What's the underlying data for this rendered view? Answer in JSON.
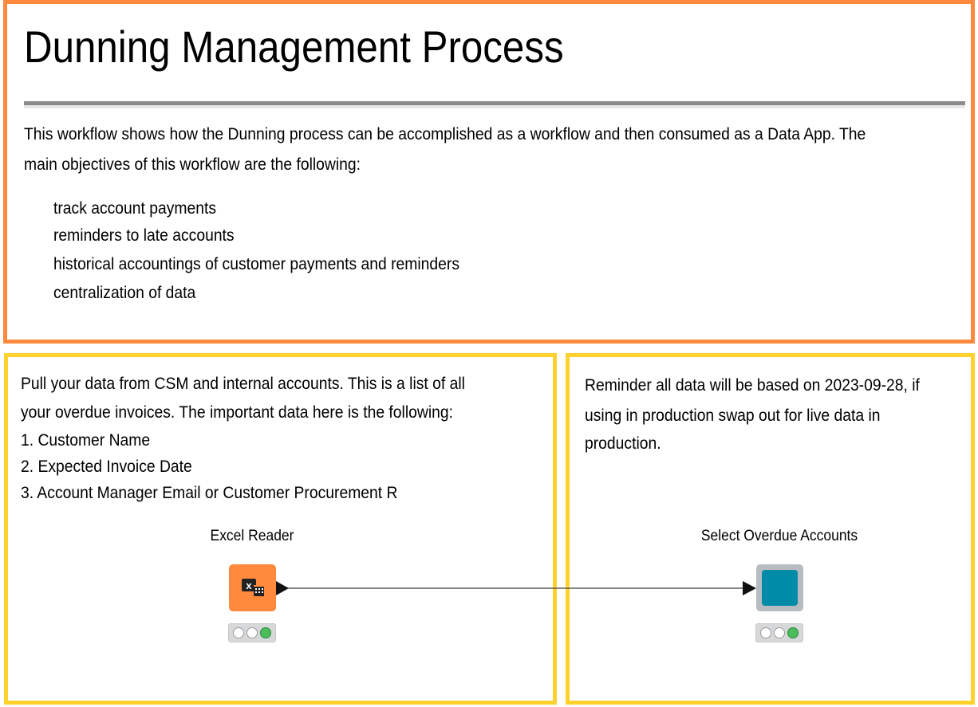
{
  "header": {
    "title": "Dunning Management Process",
    "description": "This workflow shows how the Dunning process can be accomplished as a workflow and then consumed as a Data App. The main objectives of this workflow are the following:",
    "objectives": [
      "track account payments",
      "reminders to late accounts",
      "historical accountings of customer payments and reminders",
      "centralization of data"
    ],
    "border_color": "#ff8a3d"
  },
  "left_annotation": {
    "lines": [
      "Pull your data from CSM and internal accounts. This is a list of all",
      "your overdue invoices. The important data here is the following:",
      "1. Customer Name",
      "2. Expected Invoice Date",
      "3. Account Manager Email or Customer Procurement R"
    ],
    "border_color": "#ffd12e"
  },
  "right_annotation": {
    "lines": [
      "Reminder all data will be based on 2023-09-28, if",
      "using in production swap out for live data in",
      "production."
    ],
    "border_color": "#ffd12e"
  },
  "nodes": [
    {
      "label": "Excel Reader",
      "icon": "excel-reader-icon",
      "color": "#ff8a3d",
      "status": [
        "inactive",
        "inactive",
        "executed"
      ]
    },
    {
      "label": "Select Overdue Accounts",
      "icon": "metanode-icon",
      "color": "#008ba8",
      "status": [
        "inactive",
        "inactive",
        "executed"
      ]
    }
  ]
}
